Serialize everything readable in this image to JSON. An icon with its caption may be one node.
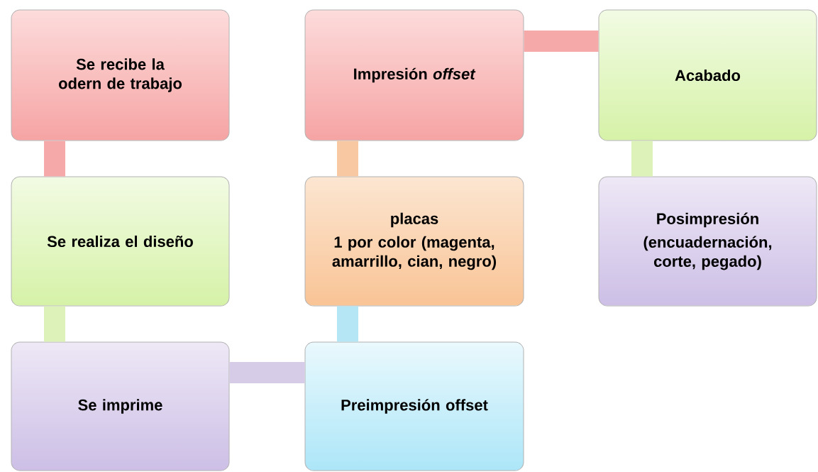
{
  "diagram": {
    "nodes": [
      {
        "text": [
          "Se recibe la odern de trabajo"
        ]
      },
      {
        "text": [
          "Se realiza el diseño"
        ]
      },
      {
        "text": [
          "Se imprime"
        ]
      },
      {
        "text": [
          "Preimpresión offset"
        ]
      },
      {
        "text": [
          "placas",
          "1 por color (magenta, amarrillo, cian, negro)"
        ]
      },
      {
        "text": [
          "Impresión *offset*"
        ]
      },
      {
        "text": [
          "Acabado"
        ]
      },
      {
        "text": [
          "Posimpresión",
          "(encuadernación, corte, pegado)"
        ]
      }
    ],
    "edges": [
      {
        "from": 0,
        "to": 1,
        "arrow": "none",
        "color": "#f5a9a9"
      },
      {
        "from": 1,
        "to": 2,
        "arrow": "none",
        "color": "#dcf2b8"
      },
      {
        "from": 2,
        "to": 3,
        "arrow": "none",
        "color": "#d6cce8"
      },
      {
        "from": 3,
        "to": 4,
        "arrow": "none",
        "color": "#b4e6f6"
      },
      {
        "from": 4,
        "to": 5,
        "arrow": "none",
        "color": "#f8c8a2"
      },
      {
        "from": 5,
        "to": 6,
        "arrow": "none",
        "color": "#f5a9a9"
      },
      {
        "from": 6,
        "to": 7,
        "arrow": "none",
        "color": "#dcf2b8"
      }
    ]
  }
}
